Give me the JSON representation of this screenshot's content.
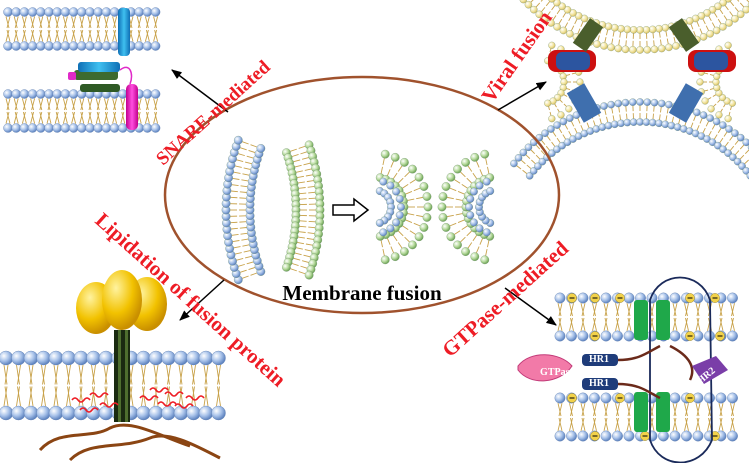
{
  "center_label": "Membrane fusion",
  "branches": {
    "snare": "SNARE-mediated",
    "viral": "Viral fusion",
    "lipidation": "Lipidation of fusion protein",
    "gtpase": "GTPase-mediated"
  },
  "protein_tags": {
    "gtpase": "GTPase",
    "hr1_top": "HR1",
    "hr1_bottom": "HR1",
    "hr2": "HR2"
  },
  "colors": {
    "red_label": "#ee1c25",
    "ellipse": "#a0522d",
    "lipid_head_blue": "#9ab6e0",
    "lipid_head_green": "#a8d08d",
    "lipid_tail": "#c8a24a"
  }
}
